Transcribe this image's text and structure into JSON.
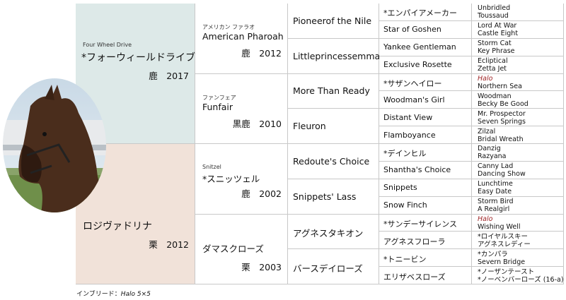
{
  "gen1": {
    "sire": {
      "english": "Four Wheel Drive",
      "name": "*フォーウィールドライブ",
      "meta": "鹿　2017"
    },
    "dam": {
      "name": "ロジヴァドリナ",
      "meta": "栗　2012"
    }
  },
  "gen2": [
    {
      "english": "アメリカン ファラオ",
      "name": "American Pharoah",
      "meta": "鹿　2012"
    },
    {
      "english": "ファンフェア",
      "name": "Funfair",
      "meta": "黒鹿　2010"
    },
    {
      "english": "Snitzel",
      "name": "*スニッツェル",
      "meta": "鹿　2002"
    },
    {
      "english": "",
      "name": "ダマスクローズ",
      "meta": "栗　2003"
    }
  ],
  "gen3": [
    "Pioneerof the Nile",
    "Littleprincessemma",
    "More Than Ready",
    "Fleuron",
    "Redoute's Choice",
    "Snippets' Lass",
    "アグネスタキオン",
    "バースデイローズ"
  ],
  "gen4": [
    "*エンパイアメーカー",
    "Star of Goshen",
    "Yankee Gentleman",
    "Exclusive Rosette",
    "*サザンヘイロー",
    "Woodman's Girl",
    "Distant View",
    "Flamboyance",
    "*デインヒル",
    "Shantha's Choice",
    "Snippets",
    "Snow Finch",
    "*サンデーサイレンス",
    "アグネスフローラ",
    "*トニービン",
    "エリザベスローズ"
  ],
  "gen5": [
    [
      "Unbridled",
      "Toussaud"
    ],
    [
      "Lord At War",
      "Castle Eight"
    ],
    [
      "Storm Cat",
      "Key Phrase"
    ],
    [
      "Ecliptical",
      "Zetta Jet"
    ],
    [
      "Halo",
      "Northern Sea"
    ],
    [
      "Woodman",
      "Becky Be Good"
    ],
    [
      "Mr. Prospector",
      "Seven Springs"
    ],
    [
      "Zilzal",
      "Bridal Wreath"
    ],
    [
      "Danzig",
      "Razyana"
    ],
    [
      "Canny Lad",
      "Dancing Show"
    ],
    [
      "Lunchtime",
      "Easy Date"
    ],
    [
      "Storm Bird",
      "A Realgirl"
    ],
    [
      "Halo",
      "Wishing Well"
    ],
    [
      "*ロイヤルスキー",
      "アグネスレディー"
    ],
    [
      "*カンパラ",
      "Severn Bridge"
    ],
    [
      "*ノーザンテースト",
      "*ノーベンバーローズ (16-a)"
    ]
  ],
  "footer": {
    "label": "インブリード：",
    "value": "Halo 5×5"
  },
  "colors": {
    "sire_bg": "#dde9e8",
    "dam_bg": "#f1e2d9",
    "halo": "#a0282a",
    "border": "#c8c8c8"
  }
}
